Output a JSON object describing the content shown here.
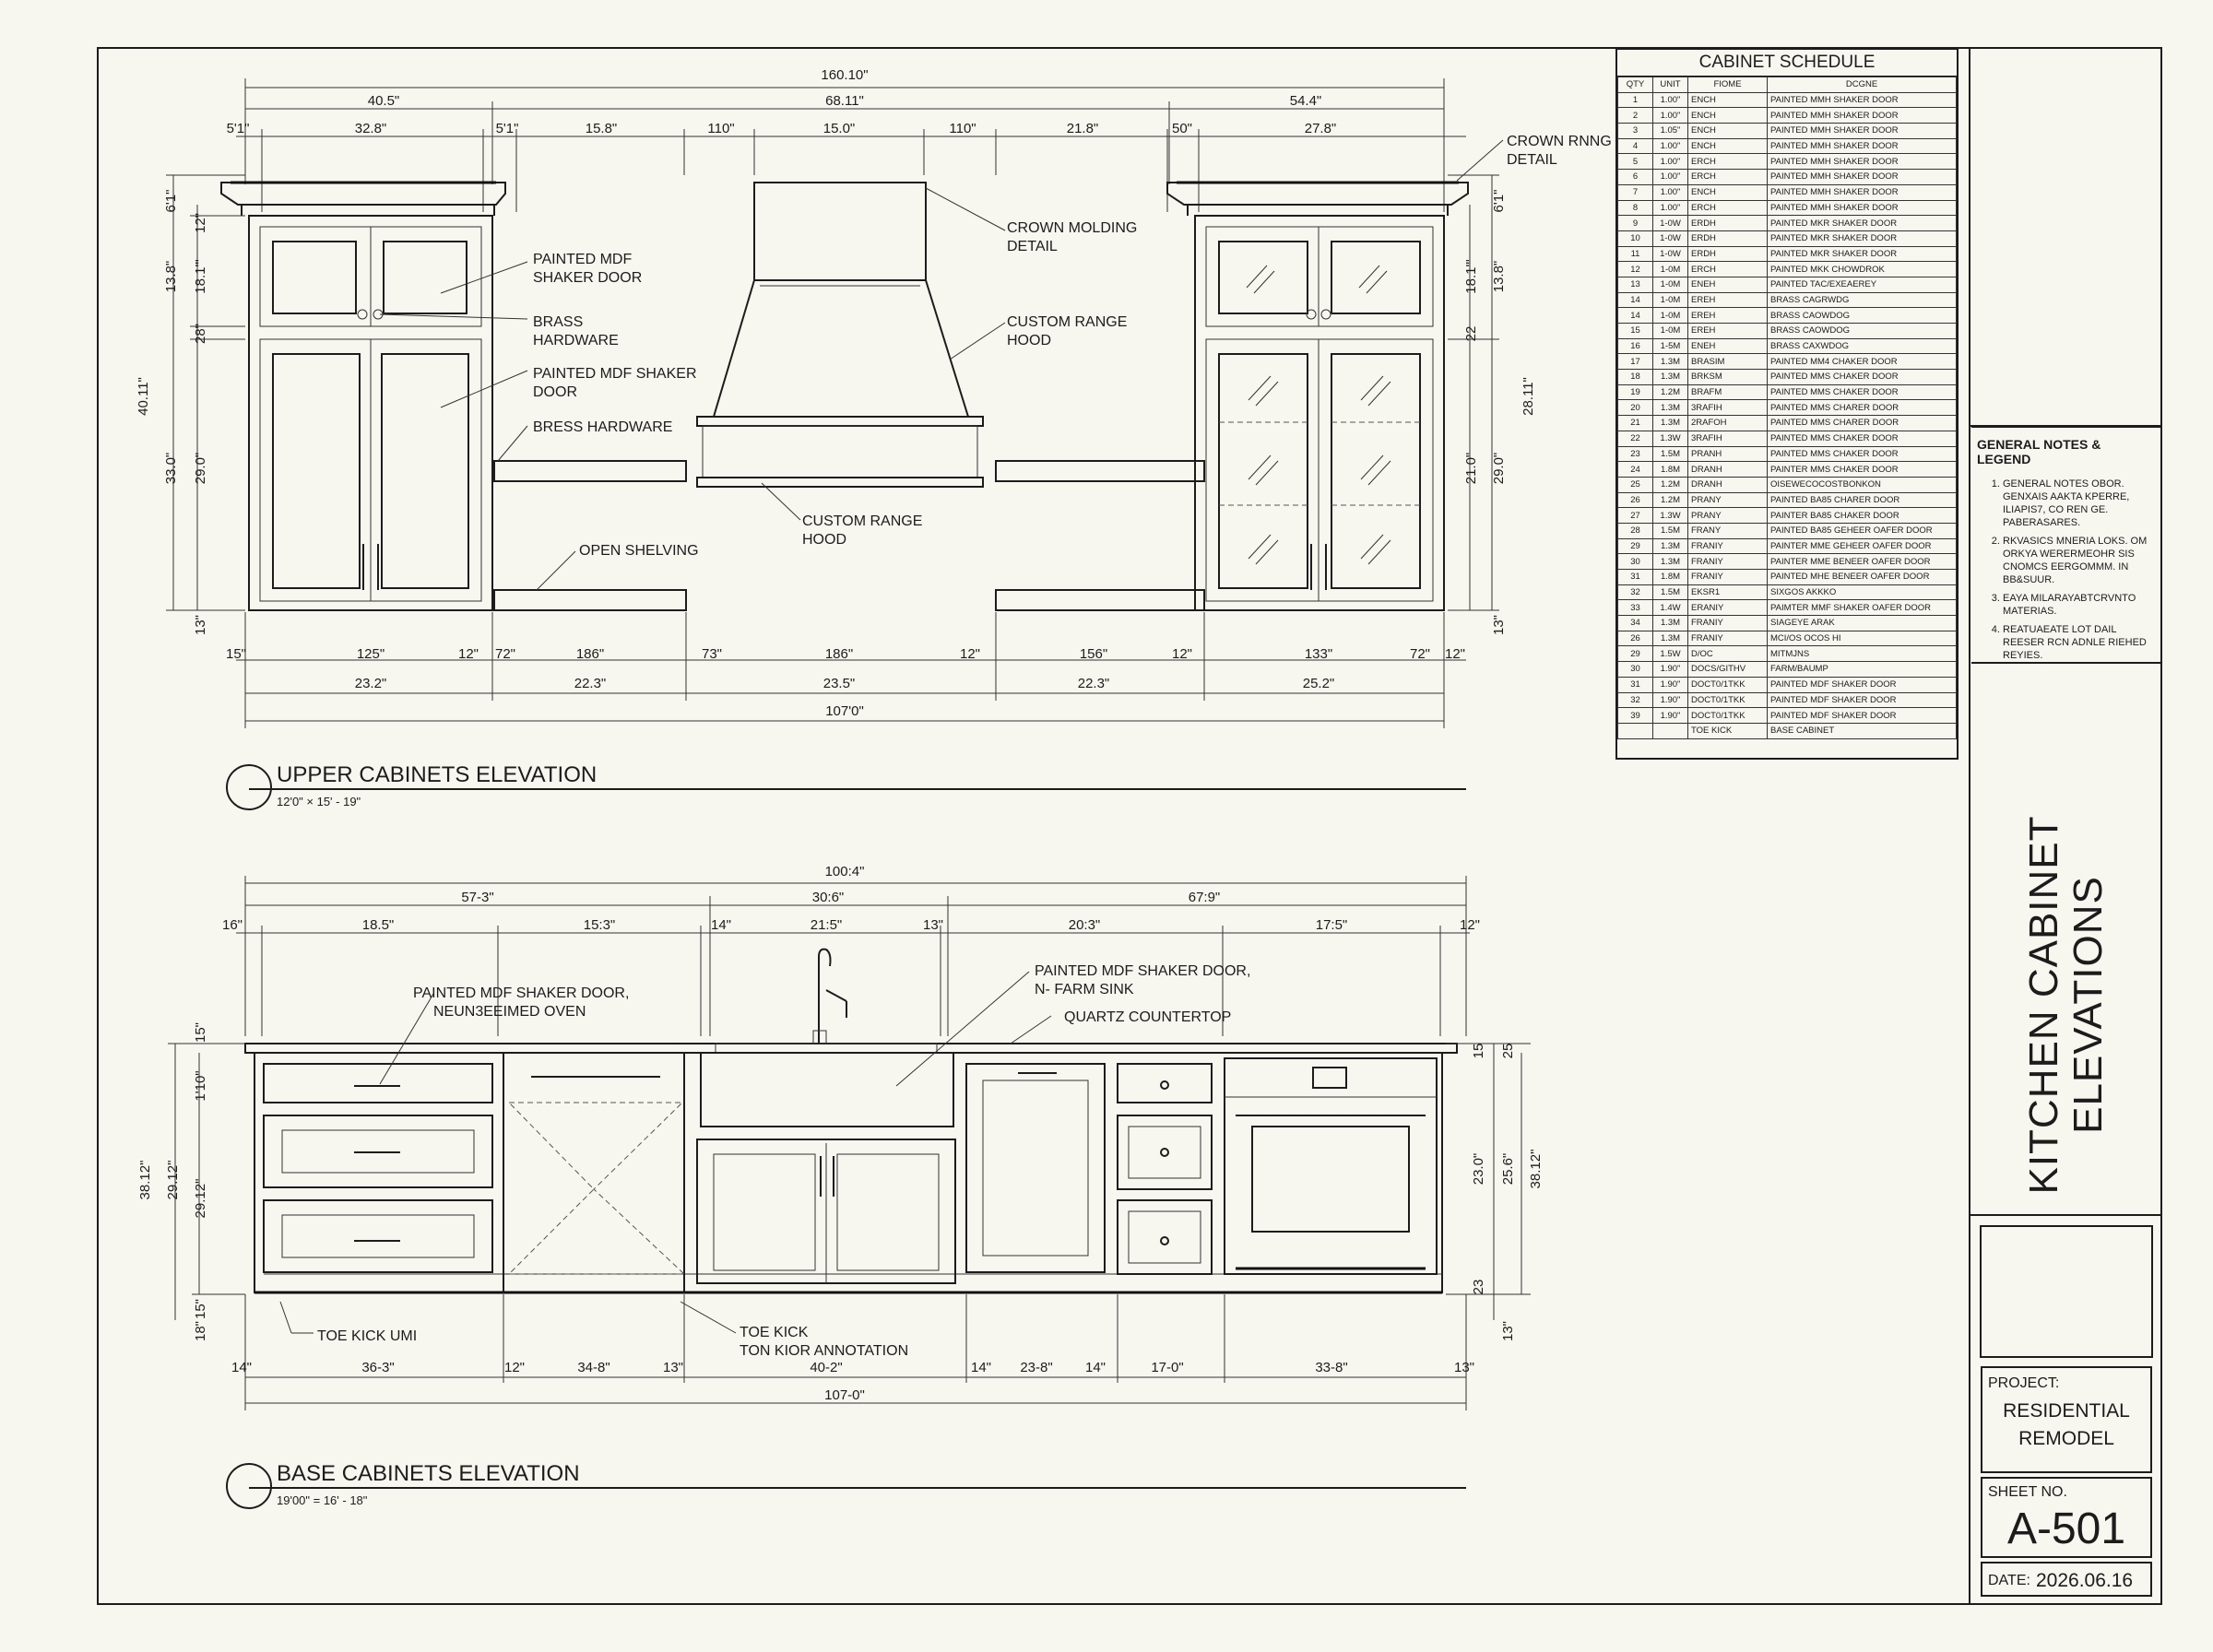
{
  "upper": {
    "title": "UPPER CABINETS ELEVATION",
    "scale": "12'0\" × 15' - 19\"",
    "dims_top": {
      "overall": "160.10\"",
      "left": "40.5\"",
      "middle": "68.11\"",
      "right": "54.4\""
    },
    "dims_row3": [
      "5'1\"",
      "32.8\"",
      "5'1\"",
      "15.8\"",
      "110\"",
      "15.0\"",
      "110\"",
      "21.8\"",
      "50\"",
      "27.8\""
    ],
    "dims_bottom1": [
      "15\"",
      "125\"",
      "12\"",
      "72\"",
      "186\"",
      "73\"",
      "186\"",
      "12\"",
      "156\"",
      "12\"",
      "133\"",
      "72\"",
      "12\""
    ],
    "dims_bottom2": [
      "23.2\"",
      "22.3\"",
      "23.5\"",
      "22.3\"",
      "25.2\""
    ],
    "dims_bottom_overall": "107'0\"",
    "dims_left": [
      "6'1\"",
      "13.8\"",
      "18.1'\"",
      "12\"",
      "40.11\"",
      "29.0\"",
      "33.0\"",
      "28\"",
      "13\""
    ],
    "dims_right": [
      "6'1\"",
      "18.1'\"",
      "13.8\"",
      "28.11\"",
      "21.0\"",
      "29.0\"",
      "22",
      "13\""
    ],
    "annotations": {
      "door1": [
        "PAINTED MDF",
        "SHAKER DOOR"
      ],
      "brass": [
        "BRASS",
        "HARDWARE"
      ],
      "door2": [
        "PAINTED MDF SHAKER",
        "DOOR"
      ],
      "bress": "BRESS HARDWARE",
      "shelving": "OPEN SHELVING",
      "crown_detail": [
        "CROWN MOLDING",
        "DETAIL"
      ],
      "hood1": [
        "CUSTOM RANGE",
        "HOOD"
      ],
      "hood2": [
        "CUSTOM RANGE",
        "HOOD"
      ],
      "crown_rnng": [
        "CROWN RNNG",
        "DETAIL"
      ]
    }
  },
  "base": {
    "title": "BASE CABINETS ELEVATION",
    "scale": "19'00\" = 16' - 18\"",
    "dims_top": {
      "overall": "100:4\"",
      "left": "57-3\"",
      "middle": "30:6\"",
      "right": "67:9\""
    },
    "dims_row3": [
      "16\"",
      "18.5\"",
      "15:3\"",
      "14\"",
      "21:5\"",
      "13\"",
      "20:3\"",
      "17:5\"",
      "12\""
    ],
    "dims_bottom1": [
      "14\"",
      "36-3\"",
      "12\"",
      "34-8\"",
      "13\"",
      "40-2\"",
      "14\"",
      "23-8\"",
      "14\"",
      "17-0\"",
      "33-8\"",
      "13\""
    ],
    "dims_bottom_overall": "107-0\"",
    "dims_left": [
      "15\"",
      "1'10\"",
      "38.12\"",
      "29.12\"",
      "29.12\"",
      "15\"",
      "18\""
    ],
    "dims_right": [
      "15",
      "25",
      "23.0\"",
      "25.6\"",
      "38.12\"",
      "23",
      "13\""
    ],
    "annotations": {
      "oven": [
        "PAINTED MDF SHAKER DOOR,",
        "NEUN3EEIMED OVEN"
      ],
      "sink": [
        "PAINTED MDF SHAKER DOOR,",
        "N- FARM SINK"
      ],
      "quartz": "QUARTZ COUNTERTOP",
      "toe1": "TOE KICK UMI",
      "toe2": [
        "TOE KICK",
        "TON KIOR ANNOTATION"
      ]
    }
  },
  "schedule": {
    "title": "CABINET SCHEDULE",
    "headers": [
      "QTY",
      "UNIT",
      "FIOME",
      "DCGNE"
    ],
    "rows": [
      [
        "1",
        "1.00\"",
        "ENCH",
        "PAINTED MMH SHAKER DOOR"
      ],
      [
        "2",
        "1.00\"",
        "ENCH",
        "PAINTED MMH SHAKER DOOR"
      ],
      [
        "3",
        "1.05\"",
        "ENCH",
        "PAINTED MMH SHAKER DOOR"
      ],
      [
        "4",
        "1.00\"",
        "ENCH",
        "PAINTED MMH SHAKER DOOR"
      ],
      [
        "5",
        "1.00\"",
        "ERCH",
        "PAINTED MMH SHAKER DOOR"
      ],
      [
        "6",
        "1.00\"",
        "ERCH",
        "PAINTED MMH SHAKER DOOR"
      ],
      [
        "7",
        "1.00\"",
        "ENCH",
        "PAINTED MMH SHAKER DOOR"
      ],
      [
        "8",
        "1.00\"",
        "ERCH",
        "PAINTED MMH SHAKER DOOR"
      ],
      [
        "9",
        "1-0W",
        "ERDH",
        "PAINTED MKR SHAKER DOOR"
      ],
      [
        "10",
        "1-0W",
        "ERDH",
        "PAINTED MKR SHAKER DOOR"
      ],
      [
        "11",
        "1-0W",
        "ERDH",
        "PAINTED MKR SHAKER DOOR"
      ],
      [
        "12",
        "1-0M",
        "ERCH",
        "PAINTED MKK CHOWDROK"
      ],
      [
        "13",
        "1-0M",
        "ENEH",
        "PAINTED TAC/EXEAEREY"
      ],
      [
        "14",
        "1-0M",
        "EREH",
        "BRASS CAGRWDG"
      ],
      [
        "14",
        "1-0M",
        "EREH",
        "BRASS CAOWDOG"
      ],
      [
        "15",
        "1-0M",
        "EREH",
        "BRASS CAOWDOG"
      ],
      [
        "16",
        "1-5M",
        "ENEH",
        "BRASS CAXWDOG"
      ],
      [
        "17",
        "1.3M",
        "BRASIM",
        "PAINTED MM4 CHAKER DOOR"
      ],
      [
        "18",
        "1.3M",
        "BRKSM",
        "PAINTED MMS CHAKER DOOR"
      ],
      [
        "19",
        "1.2M",
        "BRAFM",
        "PAINTED MMS CHAKER DOOR"
      ],
      [
        "20",
        "1.3M",
        "3RAFIH",
        "PAINTED MMS CHARER DOOR"
      ],
      [
        "21",
        "1.3M",
        "2RAFOH",
        "PAINTED MMS CHARER DOOR"
      ],
      [
        "22",
        "1.3W",
        "3RAFIH",
        "PAINTED MMS CHAKER DOOR"
      ],
      [
        "23",
        "1.5M",
        "PRANH",
        "PAINTED MMS CHAKER DOOR"
      ],
      [
        "24",
        "1.8M",
        "DRANH",
        "PAINTER MMS CHAKER DOOR"
      ],
      [
        "25",
        "1.2M",
        "DRANH",
        "OISEWECOCOSTBONKON"
      ],
      [
        "26",
        "1.2M",
        "PRANY",
        "PAINTED BA85 CHARER DOOR"
      ],
      [
        "27",
        "1.3W",
        "PRANY",
        "PAINTER BA85 CHAKER DOOR"
      ],
      [
        "28",
        "1.5M",
        "FRANY",
        "PAINTED BA85 GEHEER OAFER DOOR"
      ],
      [
        "29",
        "1.3M",
        "FRANIY",
        "PAINTER MME GEHEER OAFER DOOR"
      ],
      [
        "30",
        "1.3M",
        "FRANIY",
        "PAINTER MME BENEER OAFER DOOR"
      ],
      [
        "31",
        "1.8M",
        "FRANIY",
        "PAINTED MHE BENEER OAFER DOOR"
      ],
      [
        "32",
        "1.5M",
        "EKSR1",
        "SIXGOS AKKKO"
      ],
      [
        "33",
        "1.4W",
        "ERANIY",
        "PAIMTER MMF SHAKER OAFER DOOR"
      ],
      [
        "34",
        "1.3M",
        "FRANIY",
        "SIAGEYE ARAK"
      ],
      [
        "26",
        "1.3M",
        "FRANIY",
        "MCI/OS OCOS HI"
      ],
      [
        "29",
        "1.5W",
        "D/OC",
        "MITMJNS"
      ],
      [
        "30",
        "1.90\"",
        "DOCS/GITHV",
        "FARM/BAUMP"
      ],
      [
        "31",
        "1.90\"",
        "DOCT0/1TKK",
        "PAINTED MDF SHAKER DOOR"
      ],
      [
        "32",
        "1.90\"",
        "DOCT0/1TKK",
        "PAINTED MDF SHAKER DOOR"
      ],
      [
        "39",
        "1.90\"",
        "DOCT0/1TKK",
        "PAINTED MDF SHAKER DOOR"
      ],
      [
        "",
        "",
        "TOE KICK",
        "BASE CABINET"
      ]
    ]
  },
  "notes": {
    "title": "GENERAL NOTES & LEGEND",
    "items": [
      "GENERAL NOTES OBOR. GENXAIS AAKTA KPERRE, ILIAPIS7, CO REN GE. PABERASARES.",
      "RKVASICS MNERIA LOKS. OM ORKYA WERERMEOHR SIS CNOMCS EERGOMMM. IN BB&SUUR.",
      "EAYA MILARAYABTCRVNTO MATERIAS.",
      "REATUAEATE LOT DAIL REESER RCN ADNLE RIEHED REYIES."
    ]
  },
  "title_block": {
    "sheet_title_1": "KITCHEN CABINET",
    "sheet_title_2": "ELEVATIONS",
    "project_label": "PROJECT:",
    "project_1": "RESIDENTIAL",
    "project_2": "REMODEL",
    "sheet_label": "SHEET NO.",
    "sheet_no": "A-501",
    "date_label": "DATE:",
    "date": "2026.06.16"
  }
}
